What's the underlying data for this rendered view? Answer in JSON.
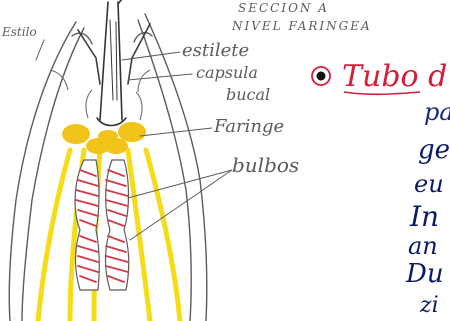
{
  "labels": {
    "top_line1": "SECCION A",
    "top_line2": "NIVEL FARINGEA",
    "left": "Estilo",
    "estilete": "estilete",
    "capsula_line1": "capsula",
    "capsula_line2": "bucal",
    "faringe": "Faringe",
    "bulbos": "bulbos",
    "heading": "Tubo d"
  },
  "notes": [
    "pa",
    "ge",
    "eu",
    "In",
    "an",
    "Du",
    "zi"
  ],
  "colors": {
    "pencil": "#5b5b5b",
    "ink_blue": "#1a2a7a",
    "ink_dark": "#0c1a66",
    "yellow": "#f6dc18",
    "orange_yellow": "#f2c318",
    "red": "#d23a4a",
    "heading_red": "#d21e3a"
  }
}
